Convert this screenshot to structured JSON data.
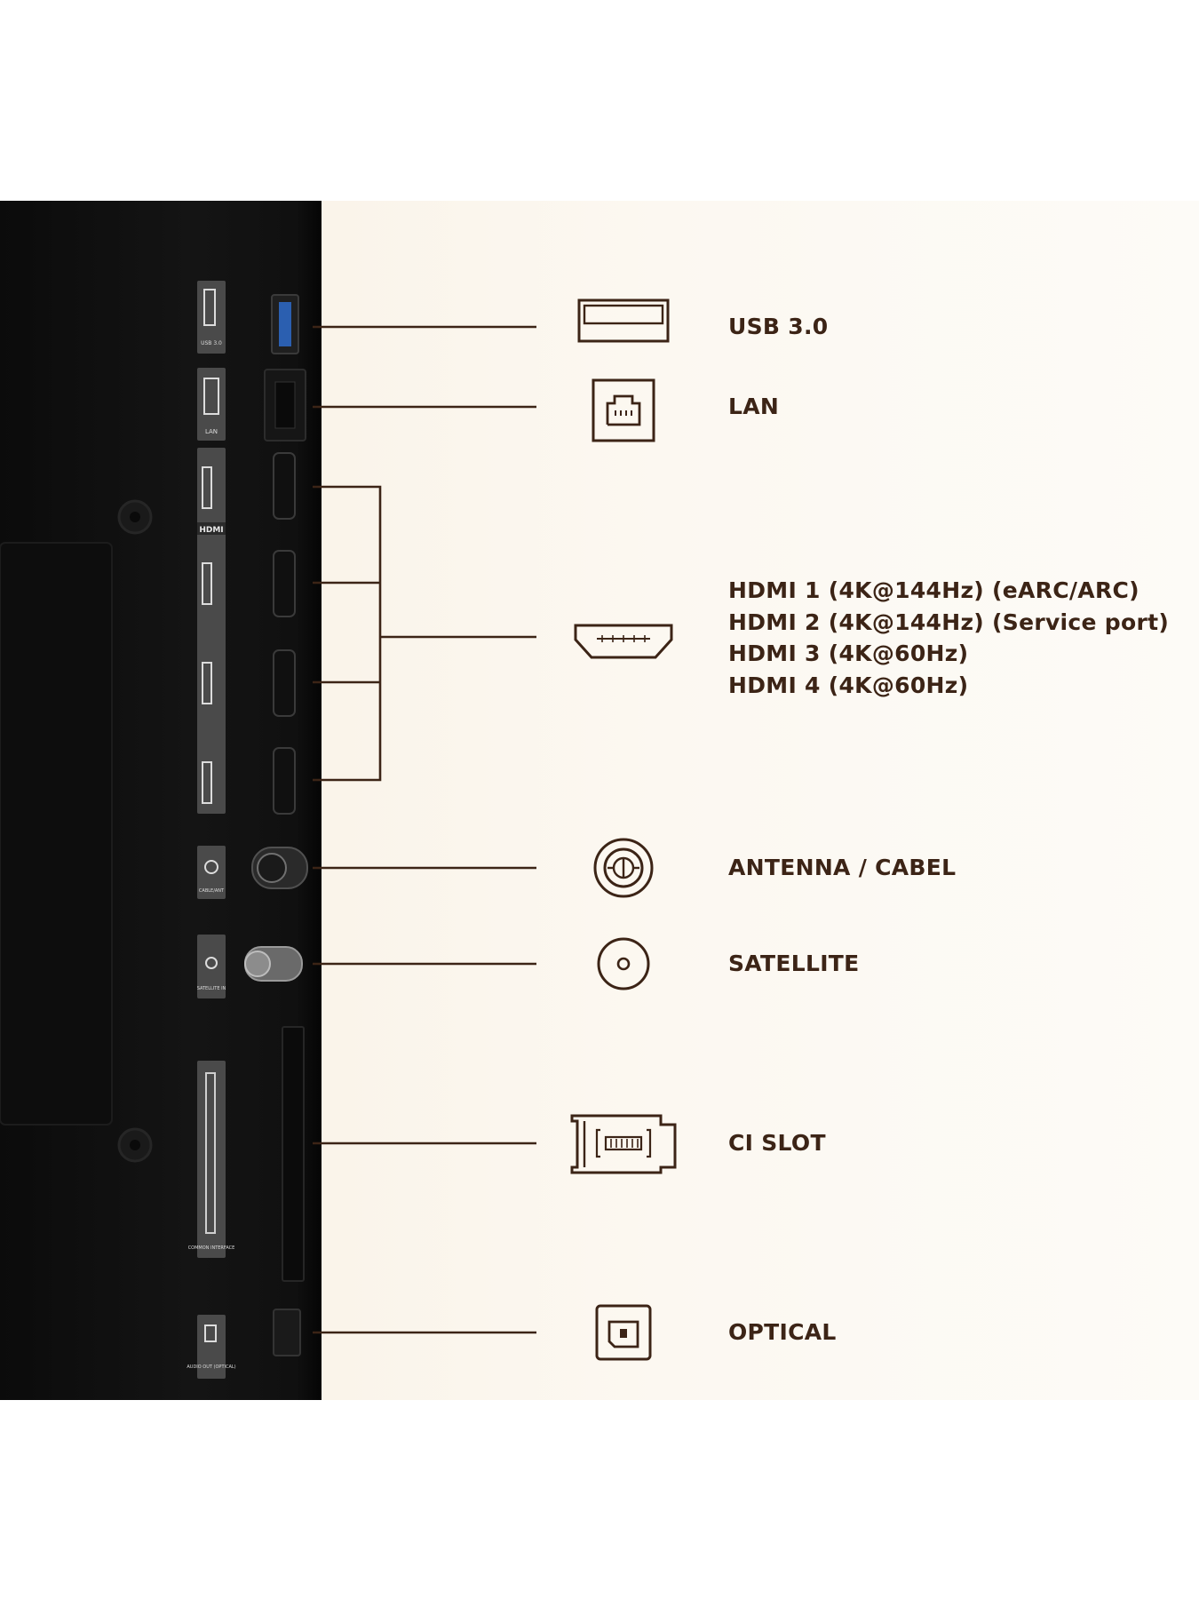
{
  "colors": {
    "line": "#3c2416",
    "label_text": "#3c2416",
    "background": "#fcf7ef",
    "tv_back": "#111111"
  },
  "ports": [
    {
      "id": "usb",
      "icon": "usb-icon",
      "label": "USB 3.0"
    },
    {
      "id": "lan",
      "icon": "lan-icon",
      "label": "LAN"
    },
    {
      "id": "hdmi",
      "icon": "hdmi-icon",
      "labels": [
        "HDMI 1 (4K@144Hz) (eARC/ARC)",
        "HDMI 2 (4K@144Hz) (Service port)",
        "HDMI 3 (4K@60Hz)",
        "HDMI 4 (4K@60Hz)"
      ]
    },
    {
      "id": "antenna",
      "icon": "antenna-icon",
      "label": "ANTENNA / CABEL"
    },
    {
      "id": "satellite",
      "icon": "satellite-icon",
      "label": "SATELLITE"
    },
    {
      "id": "ci",
      "icon": "ci-slot-icon",
      "label": "CI SLOT"
    },
    {
      "id": "optical",
      "icon": "optical-icon",
      "label": "OPTICAL"
    }
  ],
  "panel_labels": {
    "usb": "USB 3.0",
    "lan": "LAN",
    "hdmi_logo": "HDMI",
    "cable_ant": "CABLE/ANT",
    "satellite": "SATELLITE IN",
    "common_interface": "COMMON INTERFACE",
    "audio_out": "AUDIO OUT (OPTICAL)"
  }
}
